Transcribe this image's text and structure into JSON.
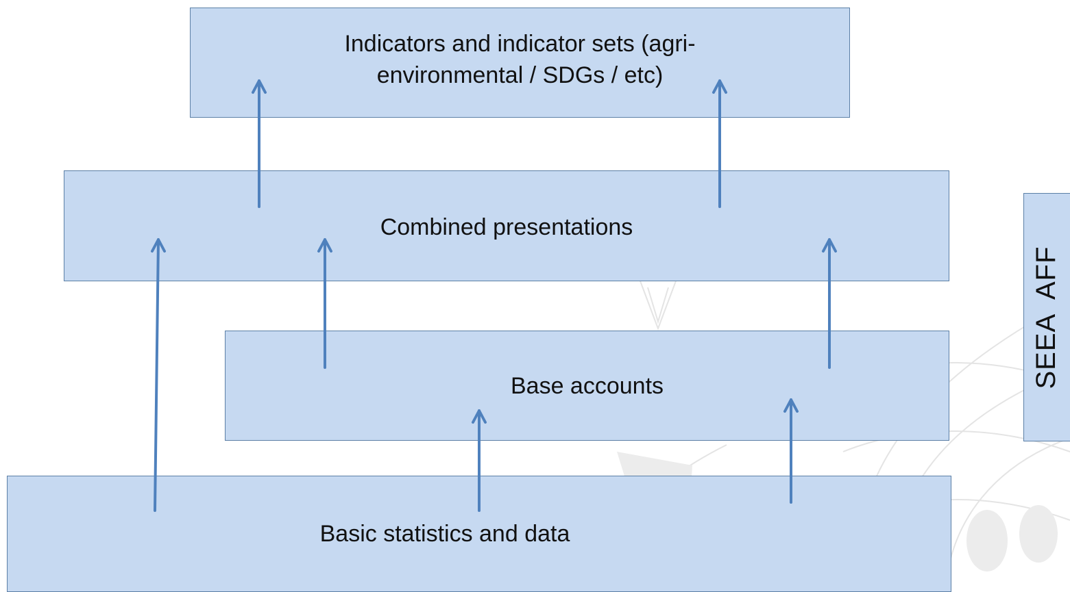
{
  "diagram": {
    "boxes": {
      "indicators": {
        "label": "Indicators and indicator sets (agri-environmental / SDGs / etc)"
      },
      "combined": {
        "label": "Combined presentations"
      },
      "base": {
        "label": "Base accounts"
      },
      "basic": {
        "label": "Basic statistics and data"
      }
    },
    "side_label": "SEEA  AFF",
    "colors": {
      "box_fill": "#c6d9f1",
      "box_border": "#5b7fa6",
      "arrow": "#4f81bd"
    }
  }
}
